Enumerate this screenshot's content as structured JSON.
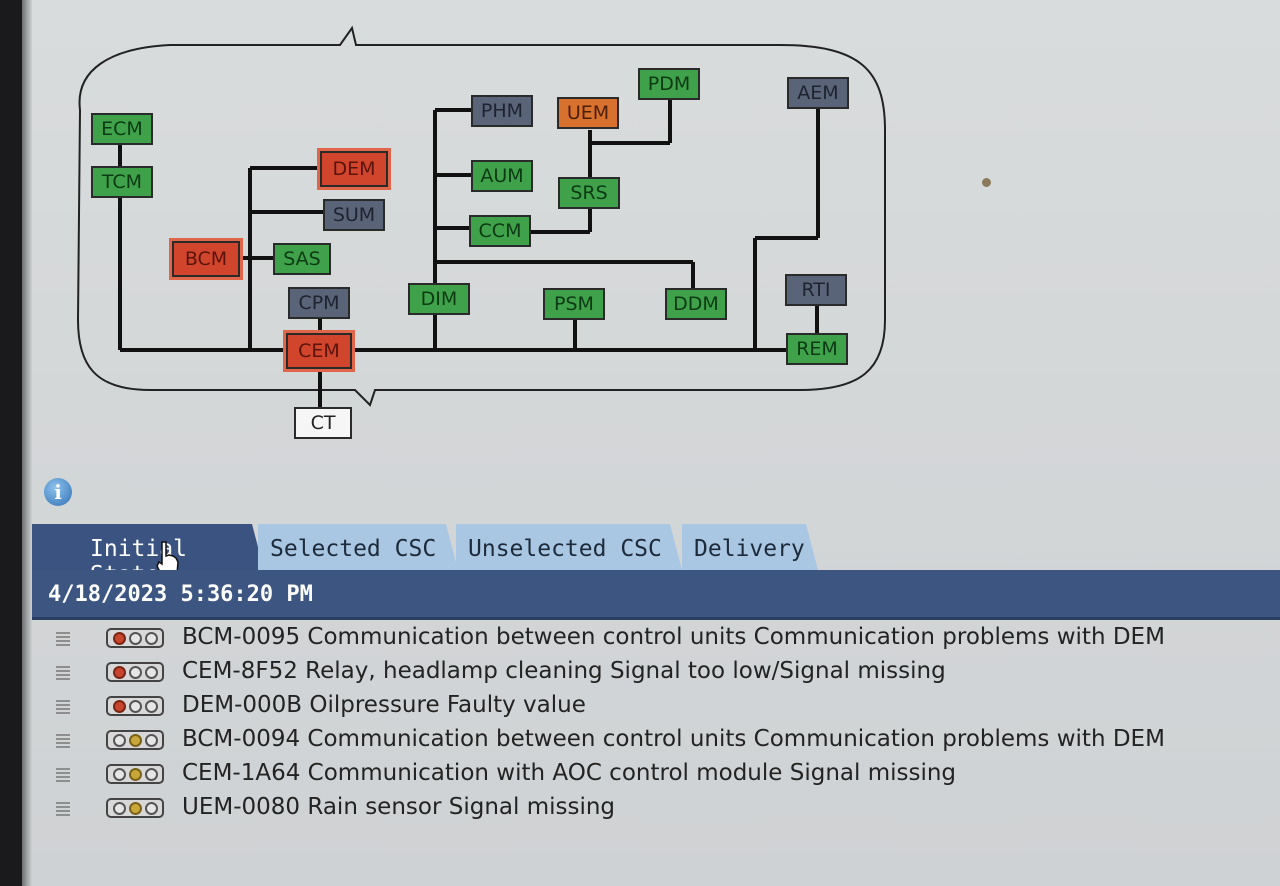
{
  "diagram": {
    "nodes": {
      "ecm": {
        "label": "ECM",
        "status": "green"
      },
      "tcm": {
        "label": "TCM",
        "status": "green"
      },
      "dem": {
        "label": "DEM",
        "status": "red"
      },
      "sum": {
        "label": "SUM",
        "status": "slate"
      },
      "bcm": {
        "label": "BCM",
        "status": "red"
      },
      "sas": {
        "label": "SAS",
        "status": "green"
      },
      "cpm": {
        "label": "CPM",
        "status": "slate"
      },
      "cem": {
        "label": "CEM",
        "status": "red"
      },
      "ct": {
        "label": "CT",
        "status": "white"
      },
      "phm": {
        "label": "PHM",
        "status": "slate"
      },
      "uem": {
        "label": "UEM",
        "status": "orange"
      },
      "pdm": {
        "label": "PDM",
        "status": "green"
      },
      "aum": {
        "label": "AUM",
        "status": "green"
      },
      "srs": {
        "label": "SRS",
        "status": "green"
      },
      "ccm": {
        "label": "CCM",
        "status": "green"
      },
      "dim": {
        "label": "DIM",
        "status": "green"
      },
      "psm": {
        "label": "PSM",
        "status": "green"
      },
      "ddm": {
        "label": "DDM",
        "status": "green"
      },
      "aem": {
        "label": "AEM",
        "status": "slate"
      },
      "rti": {
        "label": "RTI",
        "status": "slate"
      },
      "rem": {
        "label": "REM",
        "status": "green"
      }
    },
    "colors": {
      "green": "#3fa24a",
      "red": "#d2452d",
      "slate": "#5a6478",
      "orange": "#d9712e",
      "white": "#f6f6f6"
    }
  },
  "info_icon": {
    "name": "info-icon",
    "glyph": "i"
  },
  "tabs": [
    {
      "label": "Initial State",
      "active": true
    },
    {
      "label": "Selected CSC",
      "active": false
    },
    {
      "label": "Unselected CSC",
      "active": false
    },
    {
      "label": "Delivery",
      "active": false
    }
  ],
  "session": {
    "timestamp": "4/18/2023 5:36:20 PM"
  },
  "faults": [
    {
      "text": "BCM-0095 Communication between control units Communication problems with DEM",
      "lamp": "red"
    },
    {
      "text": "CEM-8F52 Relay, headlamp cleaning Signal too low/Signal missing",
      "lamp": "red"
    },
    {
      "text": "DEM-000B Oilpressure Faulty value",
      "lamp": "red"
    },
    {
      "text": "BCM-0094 Communication between control units Communication problems with DEM",
      "lamp": "yellow"
    },
    {
      "text": "CEM-1A64 Communication with AOC control module Signal missing",
      "lamp": "yellow"
    },
    {
      "text": "UEM-0080 Rain sensor Signal missing",
      "lamp": "yellow"
    }
  ]
}
